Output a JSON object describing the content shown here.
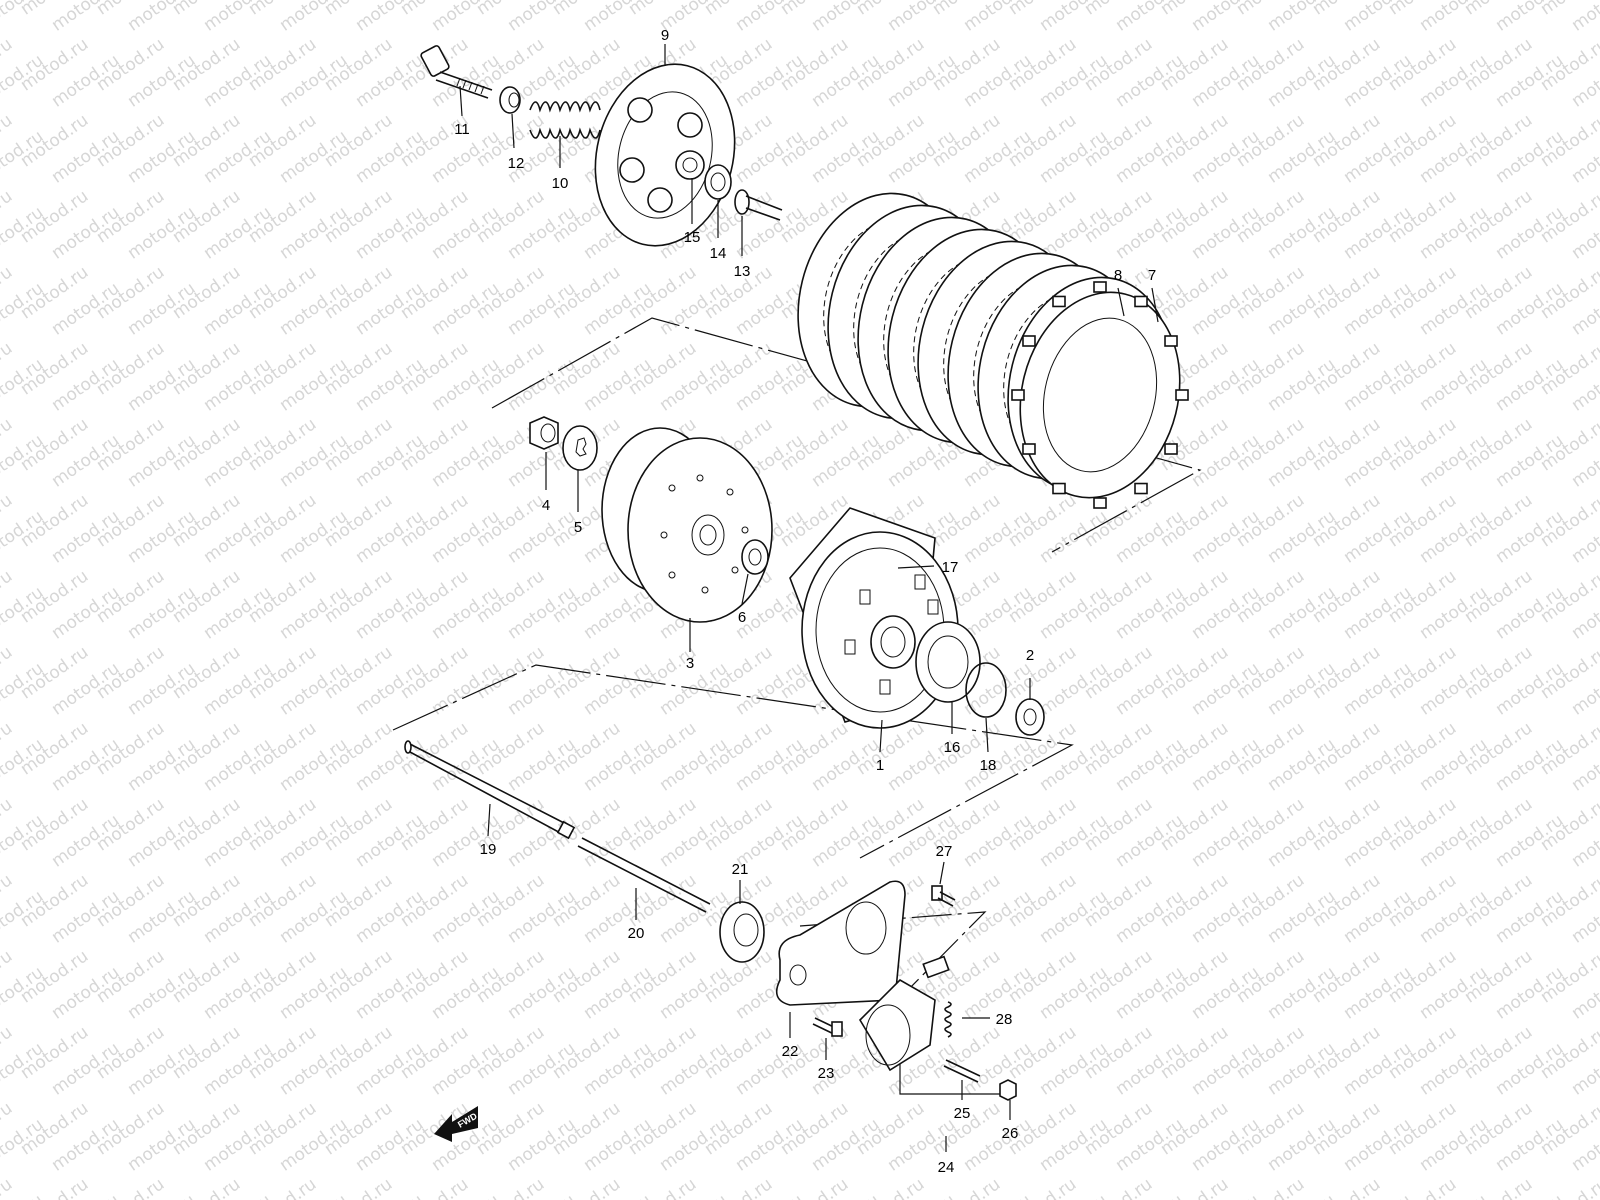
{
  "watermark": "motod.ru",
  "fwd_label": "FWD",
  "callouts": {
    "c1": "1",
    "c2": "2",
    "c3": "3",
    "c4": "4",
    "c5": "5",
    "c6": "6",
    "c7": "7",
    "c8": "8",
    "c9": "9",
    "c10": "10",
    "c11": "11",
    "c12": "12",
    "c13": "13",
    "c14": "14",
    "c15": "15",
    "c16": "16",
    "c17": "17",
    "c18": "18",
    "c19": "19",
    "c20": "20",
    "c21": "21",
    "c22": "22",
    "c23": "23",
    "c24": "24",
    "c25": "25",
    "c26": "26",
    "c27": "27",
    "c28": "28"
  }
}
